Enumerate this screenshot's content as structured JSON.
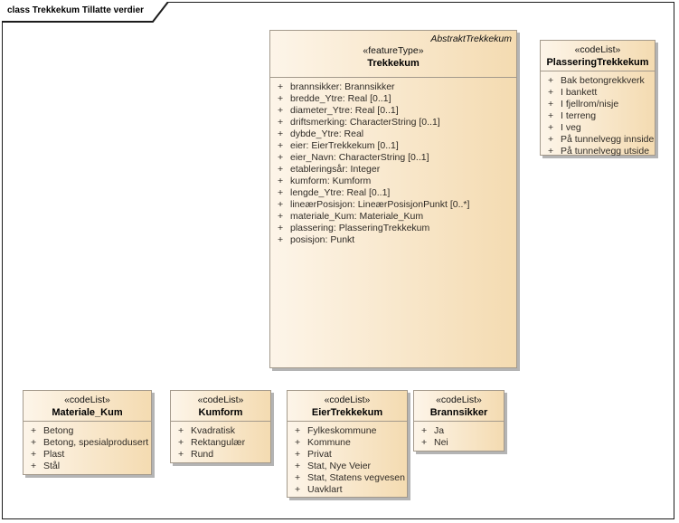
{
  "frame": {
    "title": "class Trekkekum Tillatte verdier"
  },
  "visibility_marker": "+",
  "main_class": {
    "annotation": "AbstraktTrekkekum",
    "stereotype": "«featureType»",
    "name": "Trekkekum",
    "attributes": [
      "brannsikker: Brannsikker",
      "bredde_Ytre: Real [0..1]",
      "diameter_Ytre: Real [0..1]",
      "driftsmerking: CharacterString [0..1]",
      "dybde_Ytre: Real",
      "eier: EierTrekkekum [0..1]",
      "eier_Navn: CharacterString [0..1]",
      "etableringsår: Integer",
      "kumform: Kumform",
      "lengde_Ytre: Real [0..1]",
      "lineærPosisjon: LineærPosisjonPunkt [0..*]",
      "materiale_Kum: Materiale_Kum",
      "plassering: PlasseringTrekkekum",
      "posisjon: Punkt"
    ]
  },
  "code_lists": [
    {
      "stereotype": "«codeList»",
      "name": "PlasseringTrekkekum",
      "items": [
        "Bak betongrekkverk",
        "I bankett",
        "I fjellrom/nisje",
        "I terreng",
        "I veg",
        "På tunnelvegg innside",
        "På tunnelvegg utside"
      ]
    },
    {
      "stereotype": "«codeList»",
      "name": "Materiale_Kum",
      "items": [
        "Betong",
        "Betong, spesialprodusert",
        "Plast",
        "Stål"
      ]
    },
    {
      "stereotype": "«codeList»",
      "name": "Kumform",
      "items": [
        "Kvadratisk",
        "Rektangulær",
        "Rund"
      ]
    },
    {
      "stereotype": "«codeList»",
      "name": "EierTrekkekum",
      "items": [
        "Fylkeskommune",
        "Kommune",
        "Privat",
        "Stat, Nye Veier",
        "Stat, Statens vegvesen",
        "Uavklart"
      ]
    },
    {
      "stereotype": "«codeList»",
      "name": "Brannsikker",
      "items": [
        "Ja",
        "Nei"
      ]
    }
  ],
  "colors": {
    "grad_start": "#fdf5e9",
    "grad_end": "#f4dbb1",
    "box_border": "#a49a8c",
    "shadow": "#b4b4b4",
    "frame_border": "#1c1c1c"
  }
}
